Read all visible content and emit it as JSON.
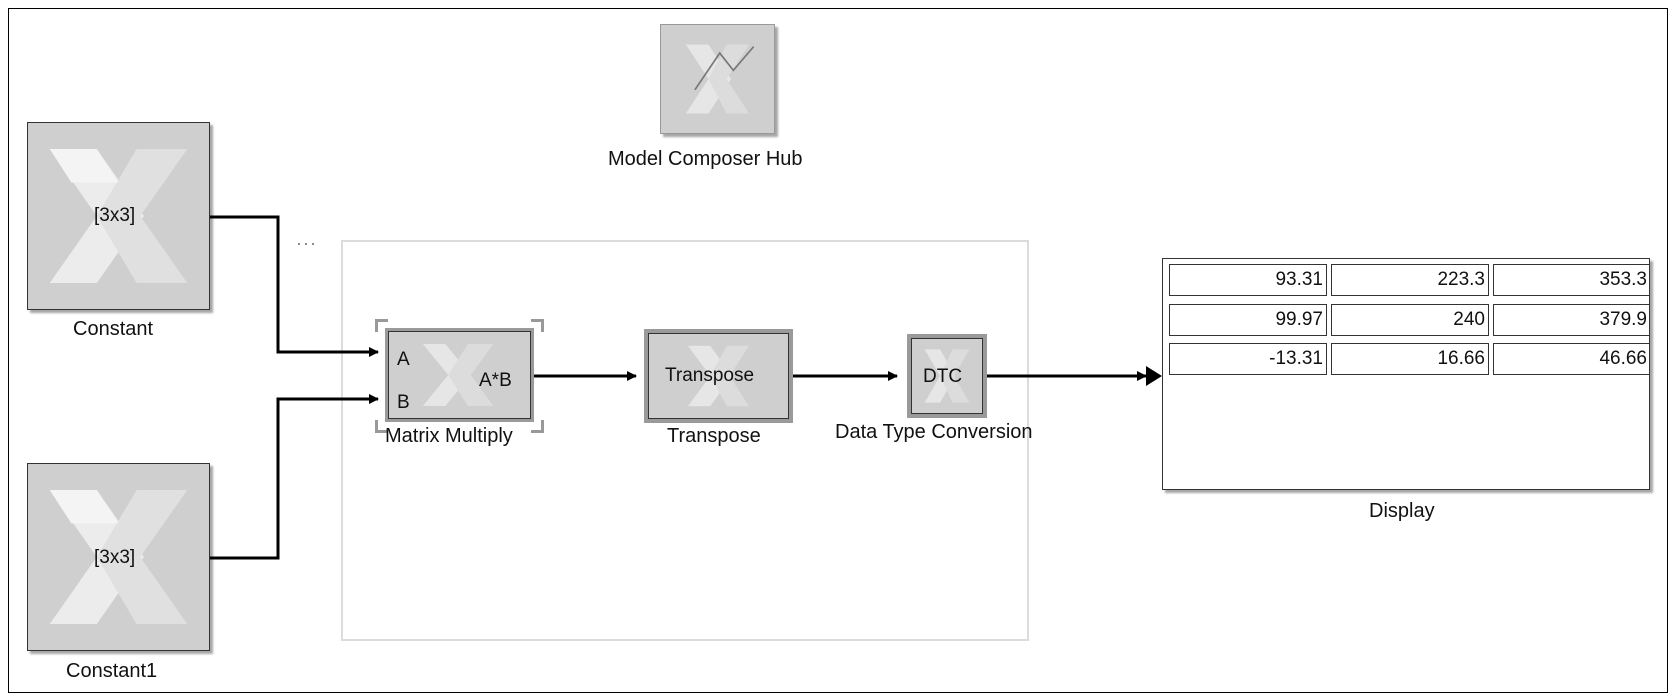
{
  "blocks": {
    "model_composer_hub": {
      "label": "Model Composer Hub"
    },
    "constant": {
      "label": "Constant",
      "value": "[3x3]"
    },
    "constant1": {
      "label": "Constant1",
      "value": "[3x3]"
    },
    "matrix_multiply": {
      "label": "Matrix Multiply",
      "port_a": "A",
      "port_b": "B",
      "output": "A*B"
    },
    "transpose": {
      "label": "Transpose",
      "text": "Transpose"
    },
    "dtc": {
      "label": "Data Type Conversion",
      "text": "DTC"
    },
    "display": {
      "label": "Display",
      "rows": [
        [
          "93.31",
          "223.3",
          "353.3"
        ],
        [
          "99.97",
          "240",
          "379.9"
        ],
        [
          "-13.31",
          "16.66",
          "46.66"
        ]
      ]
    }
  },
  "ellipsis": "···",
  "colors": {
    "block_fill": "#cfcfcf",
    "logo_light": "#ececec",
    "logo_mid": "#dedede",
    "wire": "#000000",
    "selection": "#999999"
  }
}
